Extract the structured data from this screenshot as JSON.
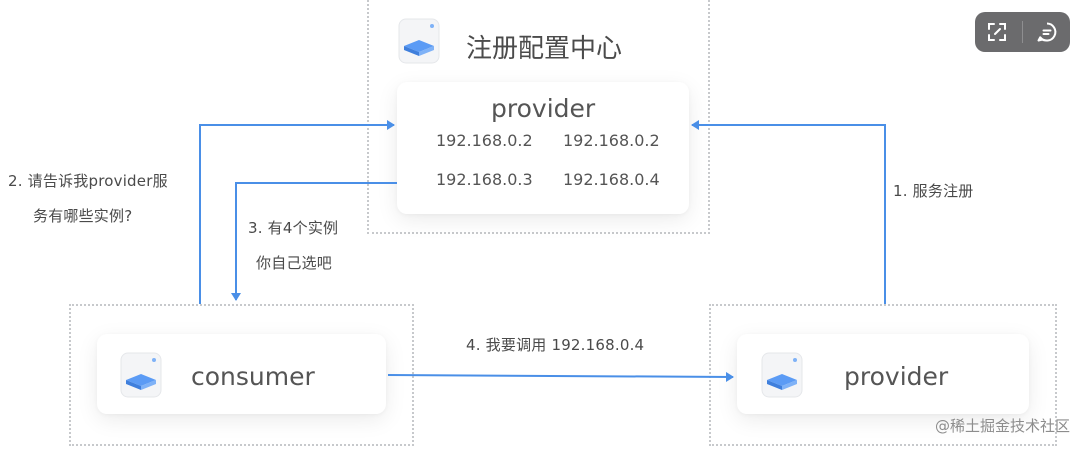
{
  "registry": {
    "title": "注册配置中心",
    "card_title": "provider",
    "ips": [
      "192.168.0.2",
      "192.168.0.2",
      "192.168.0.3",
      "192.168.0.4"
    ]
  },
  "consumer": {
    "label": "consumer"
  },
  "provider": {
    "label": "provider"
  },
  "edges": {
    "ask_line1": "2. 请告诉我provider服",
    "ask_line2": "务有哪些实例?",
    "reply_line1": "3. 有4个实例",
    "reply_line2": "你自己选吧",
    "register": "1. 服务注册",
    "call": "4. 我要调用 192.168.0.4"
  },
  "toolbar": {
    "expand_icon": "expand-icon",
    "comment_icon": "comment-icon"
  },
  "watermark": "@稀土掘金技术社区",
  "colors": {
    "arrow": "#4a8fe7",
    "server_icon": "#5b9bf5"
  }
}
